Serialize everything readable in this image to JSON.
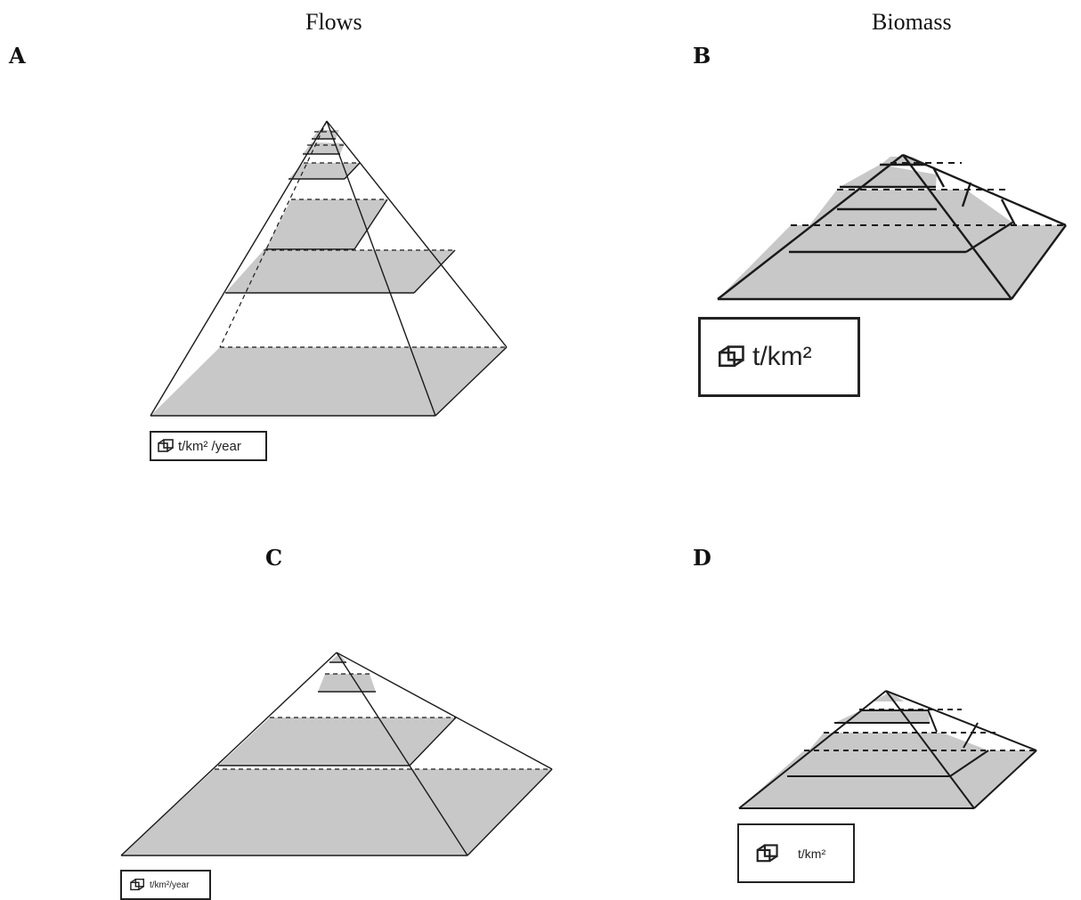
{
  "headers": {
    "flows": "Flows",
    "biomass": "Biomass"
  },
  "panels": {
    "A": {
      "letter": "A",
      "unit": "t/km² /year"
    },
    "B": {
      "letter": "B",
      "unit": "t/km²"
    },
    "C": {
      "letter": "C",
      "unit": "t/km²/year"
    },
    "D": {
      "letter": "D",
      "unit": "t/km²"
    }
  },
  "colors": {
    "fill": "#c8c8c8",
    "stroke": "#1a1a1a",
    "background": "#ffffff"
  }
}
